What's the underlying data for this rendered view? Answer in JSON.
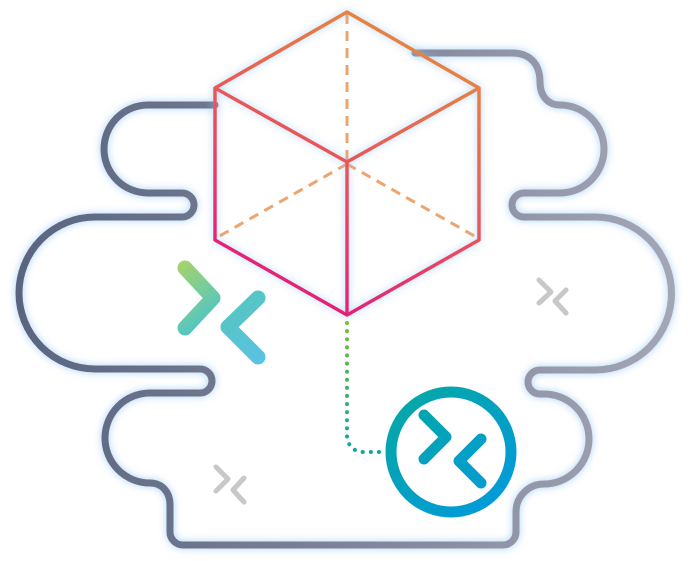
{
  "illustration": {
    "title": "Cloud with cube and remote-connection icons",
    "cloud": {
      "left_color": "#5a6480",
      "right_color": "#a3a6b5",
      "glow_color": "#8ec3f0"
    },
    "cube": {
      "gradient_top": "#e8873a",
      "gradient_bottom": "#e5157a",
      "dashed_color": "#eea46e"
    },
    "connector": {
      "style": "dotted",
      "color_start": "#7bbf2e",
      "color_end": "#0aa6a8"
    },
    "icons": [
      {
        "name": "remote-connect-large",
        "colors": [
          "#a7d36a",
          "#55c6c0",
          "#5bc1e8"
        ]
      },
      {
        "name": "remote-connect-circle",
        "colors": [
          "#06a8a4",
          "#0299dd"
        ]
      },
      {
        "name": "remote-connect-small-right",
        "color": "#c8c8c8"
      },
      {
        "name": "remote-connect-small-bottom",
        "color": "#c8c8c8"
      }
    ]
  }
}
